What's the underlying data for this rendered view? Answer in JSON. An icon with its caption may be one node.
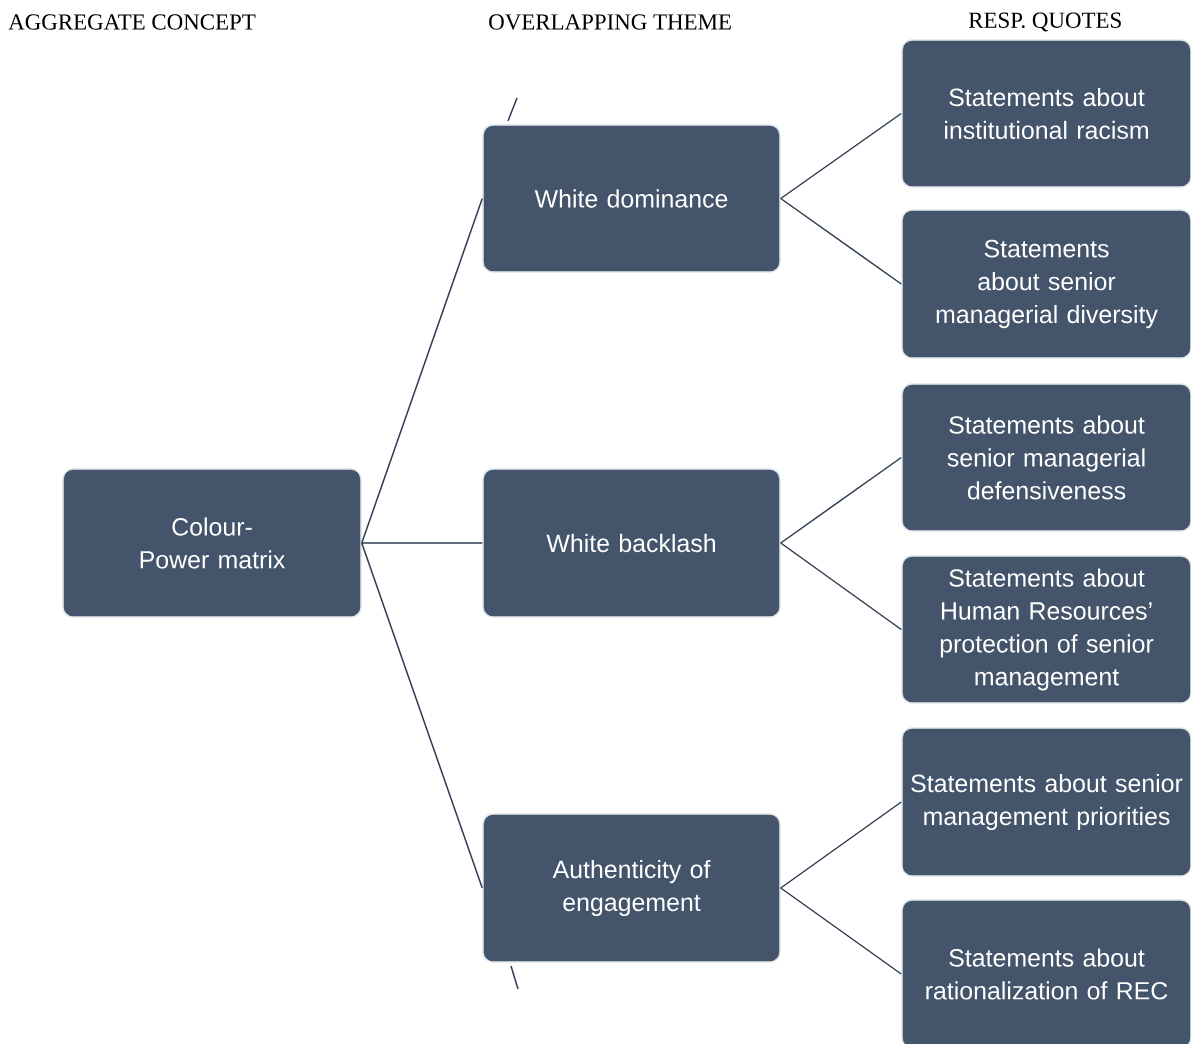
{
  "diagram": {
    "nodes": [
      {
        "text": [
          "Colour- Power matrix"
        ]
      },
      {
        "text": [
          "White dominance"
        ]
      },
      {
        "text": [
          "White backlash"
        ]
      },
      {
        "text": [
          "Authenticity of engagement"
        ]
      },
      {
        "text": [
          "Statements about institutional racism"
        ]
      },
      {
        "text": [
          "Statements about senior managerial diversity"
        ]
      },
      {
        "text": [
          "Statements about senior managerial defensiveness"
        ]
      },
      {
        "text": [
          "Statements about Human Resources’ protection of senior management"
        ]
      },
      {
        "text": [
          "Statements about senior management priorities"
        ]
      },
      {
        "text": [
          "Statements about rationalization of REC"
        ]
      }
    ],
    "edges": [
      {
        "from": 0,
        "to": 1,
        "arrow": "none"
      },
      {
        "from": 0,
        "to": 2,
        "arrow": "none"
      },
      {
        "from": 0,
        "to": 3,
        "arrow": "none"
      },
      {
        "from": 1,
        "to": 4,
        "arrow": "none"
      },
      {
        "from": 1,
        "to": 5,
        "arrow": "none"
      },
      {
        "from": 2,
        "to": 6,
        "arrow": "none"
      },
      {
        "from": 2,
        "to": 7,
        "arrow": "none"
      },
      {
        "from": 3,
        "to": 8,
        "arrow": "none"
      },
      {
        "from": 3,
        "to": 9,
        "arrow": "none"
      }
    ],
    "labels": [
      "AGGREGATE CONCEPT",
      "OVERLAPPING THEME",
      "RESP. QUOTES"
    ]
  }
}
